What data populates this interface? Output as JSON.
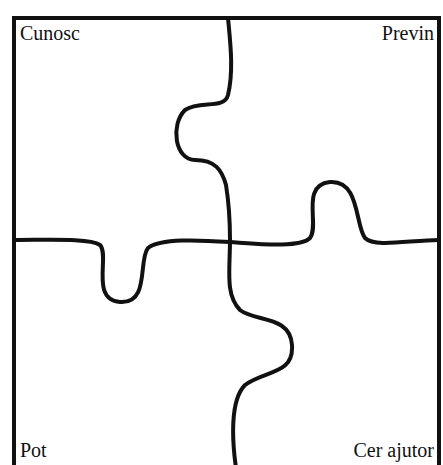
{
  "diagram": {
    "labels": [
      "Cunosc",
      "Previn",
      "Pot",
      "Cer ajutor"
    ]
  }
}
